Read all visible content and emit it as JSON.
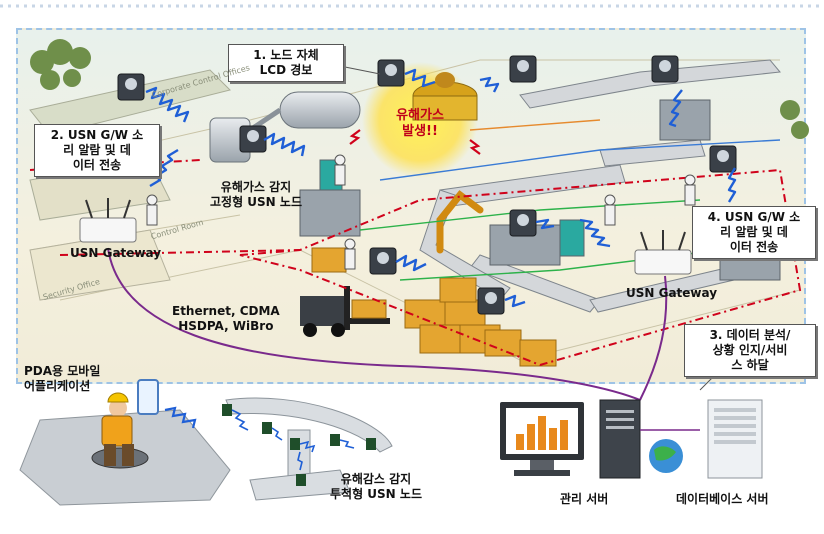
{
  "callouts": {
    "node_lcd": "1. 노드 자체\nLCD 경보",
    "gw_left": "2. USN G/W 소\n리 알람 및 데\n이터 전송",
    "gw_right": "4. USN G/W 소\n리 알람 및 데\n이터 전송",
    "analysis": "3. 데이터 분석/\n상황 인지/서비\n스 하달"
  },
  "labels": {
    "fixed_node": "유해가스 감지\n고정형 USN 노드",
    "gateway_left": "USN Gateway",
    "gateway_right": "USN Gateway",
    "network": "Ethernet, CDMA\nHSDPA, WiBro",
    "pda": "PDA용 모바일\n어플리케이션",
    "drop_node": "유해감스 감지\n투척형 USN 노드",
    "mgmt_server": "관리 서버",
    "db_server": "데이터베이스 서버",
    "gas_alert": "유해가스\n발생!!",
    "room_corp": "Corporate Control Offices",
    "room_control": "Control Room",
    "room_security": "Security Office"
  },
  "colors": {
    "accent_red": "#d0021b",
    "wireless": "#1f5fd6",
    "network_line": "#7a2a8c",
    "scene_border": "#9ec3e6"
  }
}
